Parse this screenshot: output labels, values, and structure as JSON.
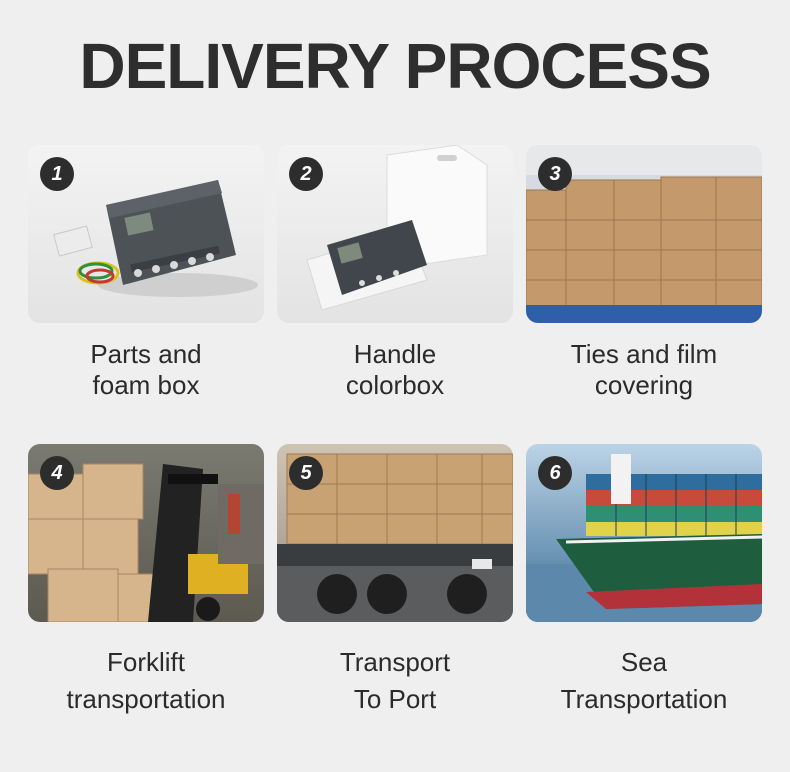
{
  "title": "DELIVERY PROCESS",
  "steps": [
    {
      "number": "1",
      "caption_line1": "Parts and",
      "caption_line2": "foam box"
    },
    {
      "number": "2",
      "caption_line1": "Handle",
      "caption_line2": "colorbox"
    },
    {
      "number": "3",
      "caption_line1": "Ties and film",
      "caption_line2": "covering"
    },
    {
      "number": "4",
      "caption_line1": "Forklift",
      "caption_line2": "transportation"
    },
    {
      "number": "5",
      "caption_line1": "Transport",
      "caption_line2": "To Port"
    },
    {
      "number": "6",
      "caption_line1": "Sea",
      "caption_line2": "Transportation"
    }
  ]
}
